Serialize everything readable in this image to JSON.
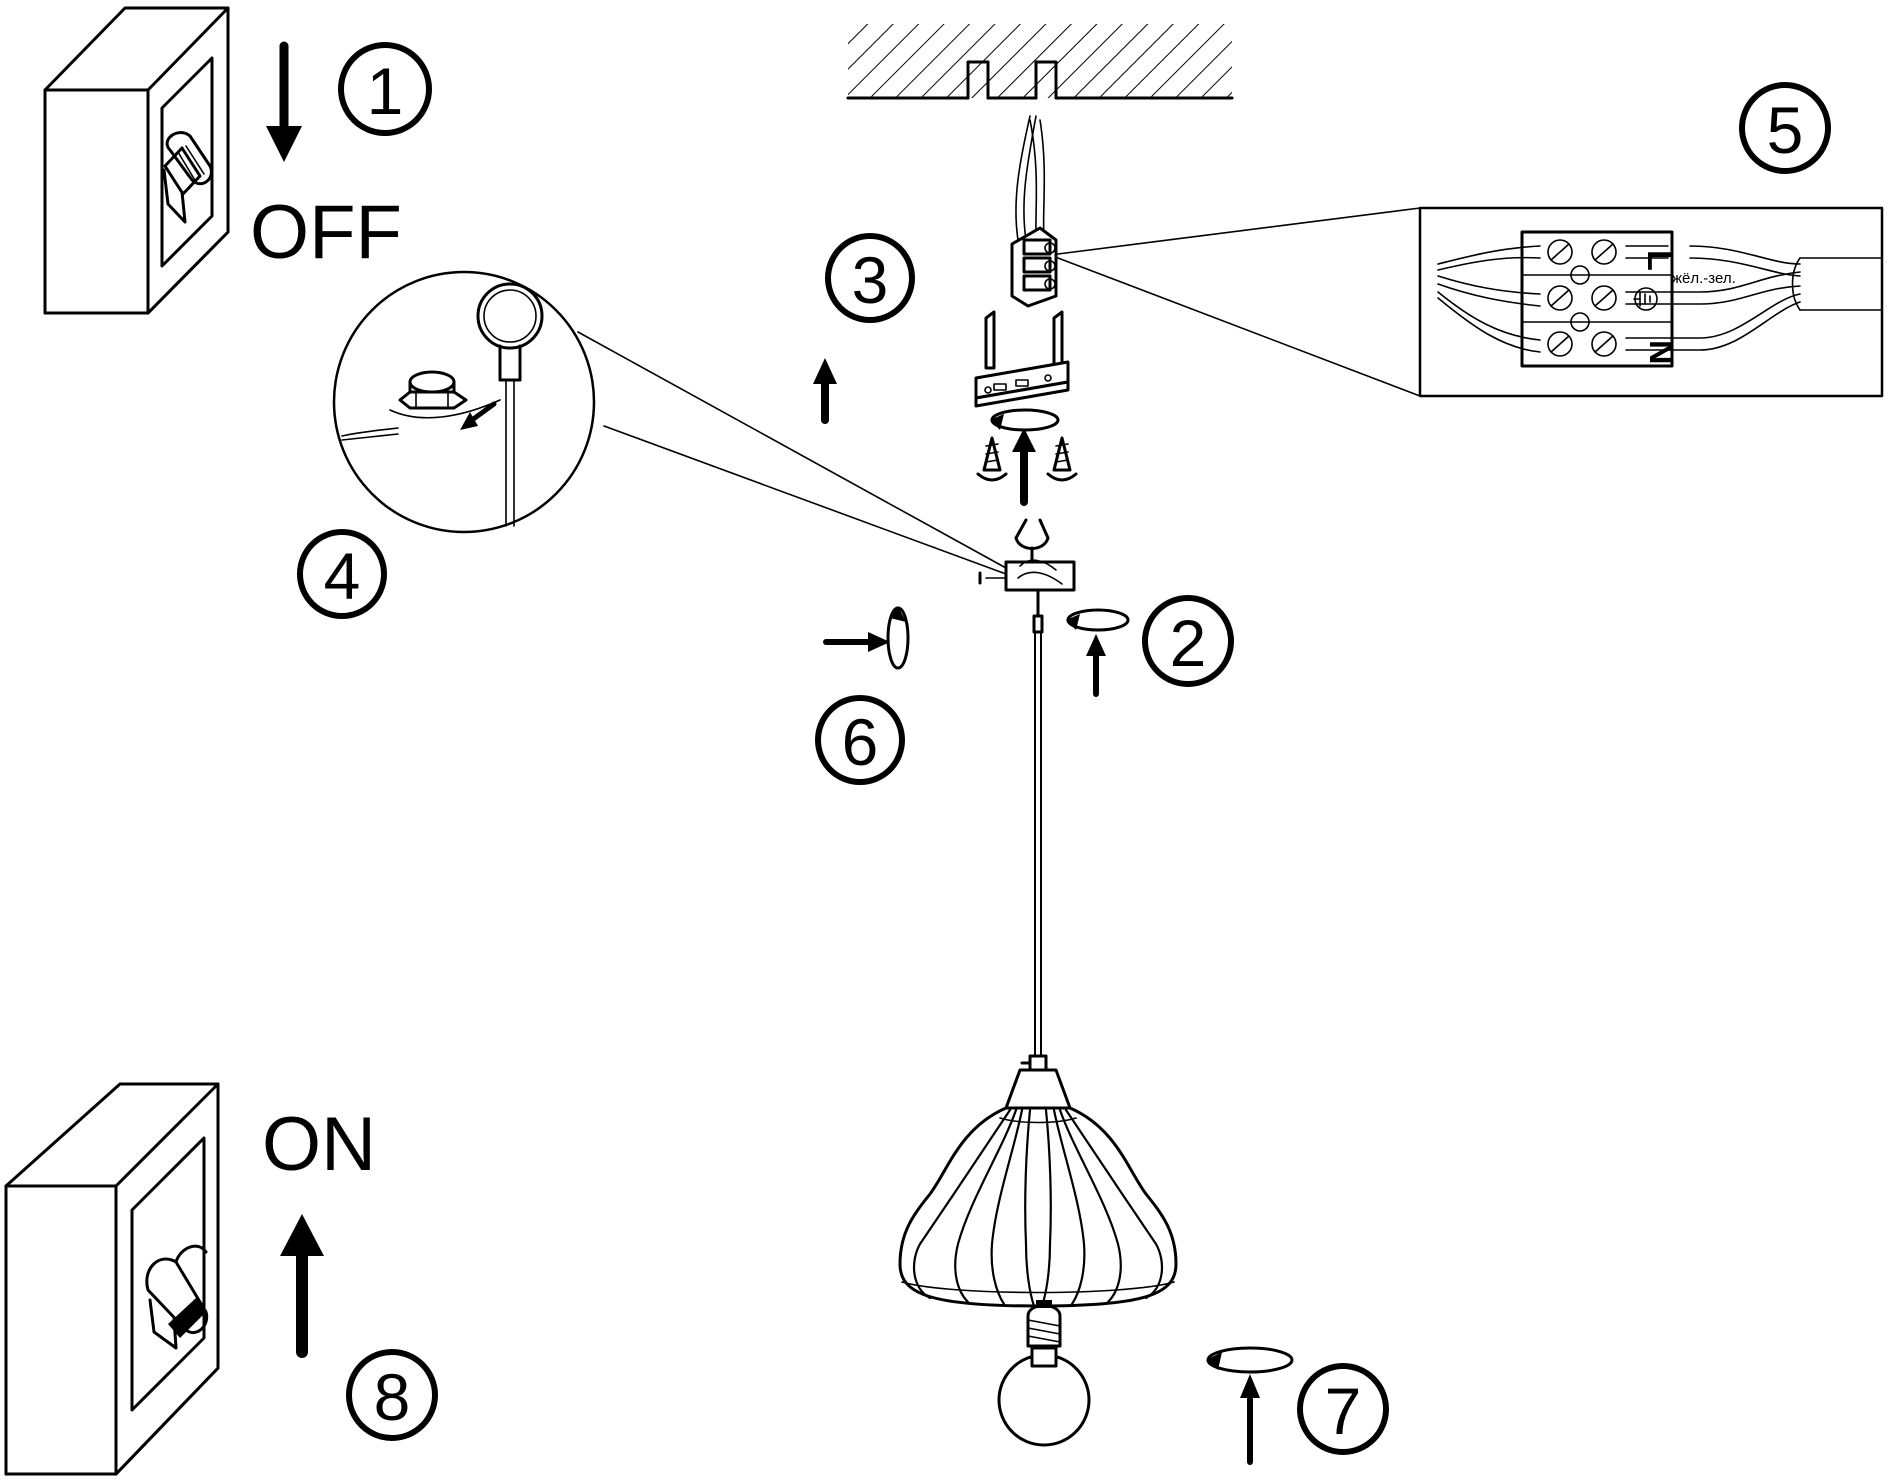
{
  "steps": [
    {
      "number": "1",
      "text": "OFF"
    },
    {
      "number": "2"
    },
    {
      "number": "3"
    },
    {
      "number": "4"
    },
    {
      "number": "5"
    },
    {
      "number": "6"
    },
    {
      "number": "7"
    },
    {
      "number": "8",
      "text": "ON"
    }
  ],
  "terminal_block": {
    "labels": [
      "L",
      "N"
    ],
    "ground_wire_label": "жёл.-зел."
  },
  "icons": [
    "switch-off-icon",
    "switch-on-icon",
    "ceiling-icon",
    "terminal-block-icon",
    "mounting-bar-icon",
    "screw-icon",
    "rotate-arrow-icon",
    "up-arrow-icon",
    "down-arrow-icon",
    "canopy-icon",
    "lamp-shade-icon",
    "light-bulb-icon",
    "magnifier-callout-icon"
  ]
}
